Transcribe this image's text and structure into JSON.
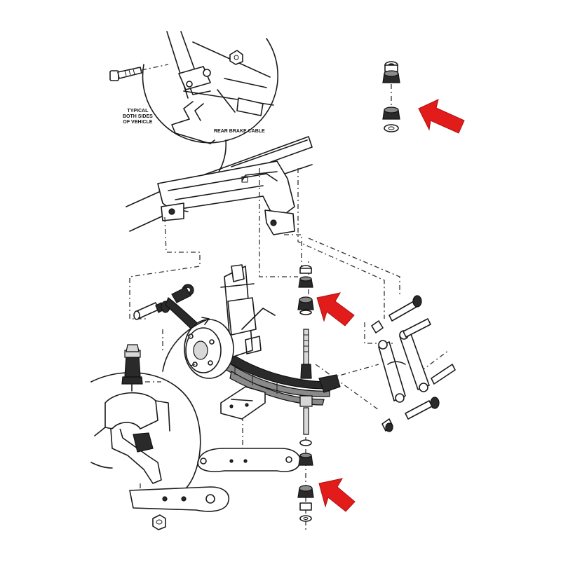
{
  "diagram": {
    "labels": {
      "typical_line1": "TYPICAL",
      "typical_line2": "BOTH SIDES",
      "typical_line3": "OF VEHICLE",
      "rear_brake_cable": "REAR BRAKE CABLE"
    },
    "colors": {
      "line": "#1a1a1a",
      "arrow": "#e21b1b",
      "background": "#ffffff",
      "part_dark": "#2a2a2a",
      "part_mid": "#6b6b6b"
    },
    "callout_count": 3
  }
}
